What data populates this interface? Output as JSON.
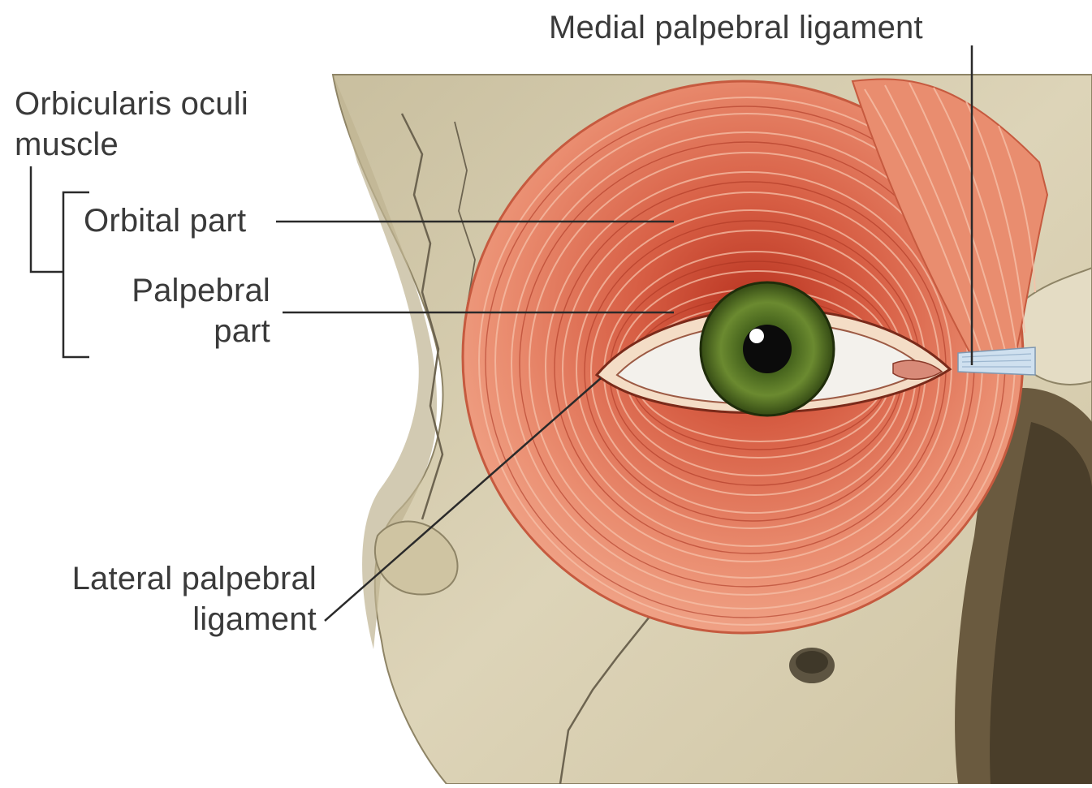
{
  "labels": {
    "medial_palpebral_ligament": "Medial palpebral ligament",
    "orbicularis_line1": "Orbicularis oculi",
    "orbicularis_line2": "muscle",
    "orbital_part": "Orbital part",
    "palpebral_line1": "Palpebral",
    "palpebral_line2": "part",
    "lateral_line1": "Lateral palpebral",
    "lateral_line2": "ligament"
  },
  "colors": {
    "bone": "#d6cdb0",
    "bone_shadow": "#a89c7c",
    "muscle": "#e8876a",
    "muscle_dark": "#c0452d",
    "iris": "#5c7a2a",
    "leader_line": "#2a2a2a",
    "label_text": "#3a3a3a"
  }
}
